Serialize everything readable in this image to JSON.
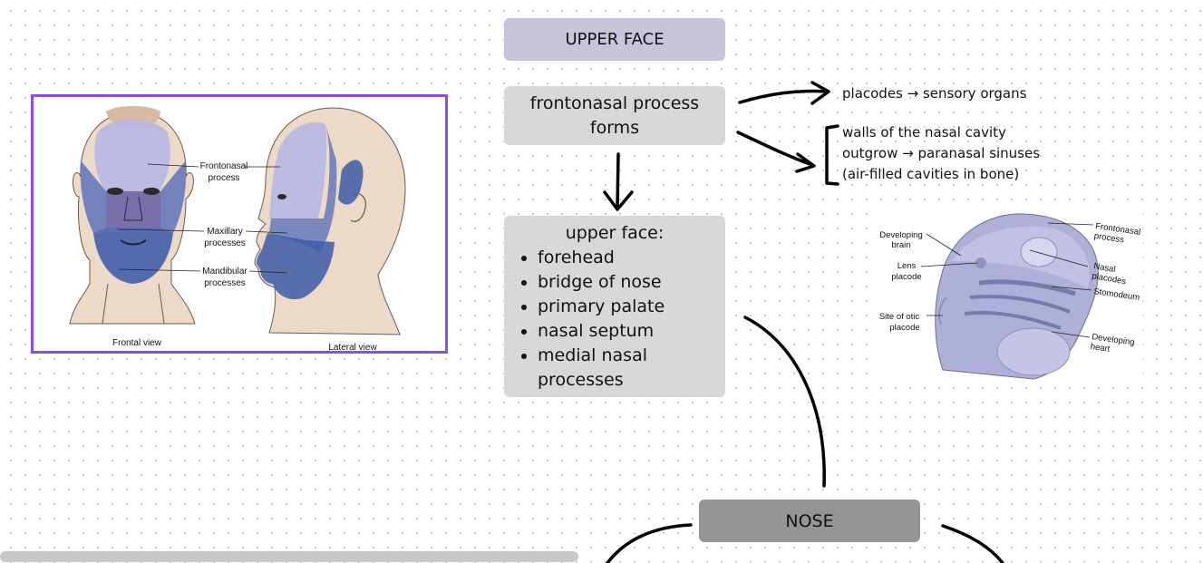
{
  "nodes": {
    "upper_face": "UPPER FACE",
    "frontonasal_forms": "frontonasal process forms",
    "upper_face_list": {
      "title": "upper face:",
      "items": [
        "forehead",
        "bridge of nose",
        "primary palate",
        "nasal septum",
        "medial nasal processes"
      ]
    },
    "nose": "NOSE"
  },
  "notes": {
    "placodes": "placodes → sensory organs",
    "walls": [
      "walls of the nasal cavity",
      "outgrow → paranasal sinuses",
      "(air-filled cavities in bone)"
    ]
  },
  "figure_face": {
    "labels": {
      "frontonasal": [
        "Frontonasal",
        "process"
      ],
      "maxillary": [
        "Maxillary",
        "processes"
      ],
      "mandibular": [
        "Mandibular",
        "processes"
      ],
      "frontal_view": "Frontal view",
      "lateral_view": "Lateral view"
    }
  },
  "figure_embryo": {
    "labels": {
      "developing_brain": [
        "Developing",
        "brain"
      ],
      "lens_placode": [
        "Lens",
        "placode"
      ],
      "site_otic": [
        "Site of otic",
        "placode"
      ],
      "frontonasal": [
        "Frontonasal",
        "process"
      ],
      "nasal_placodes": [
        "Nasal",
        "placodes"
      ],
      "stomodeum": "Stomodeum",
      "developing_heart": [
        "Developing",
        "heart"
      ]
    }
  },
  "colors": {
    "upper_face_box": "#c7c4dc",
    "content_box": "#d8d8d8",
    "nose_box": "#959595",
    "image_frame": "#8b4fe0",
    "face_overlay": "#3d5aa8"
  }
}
